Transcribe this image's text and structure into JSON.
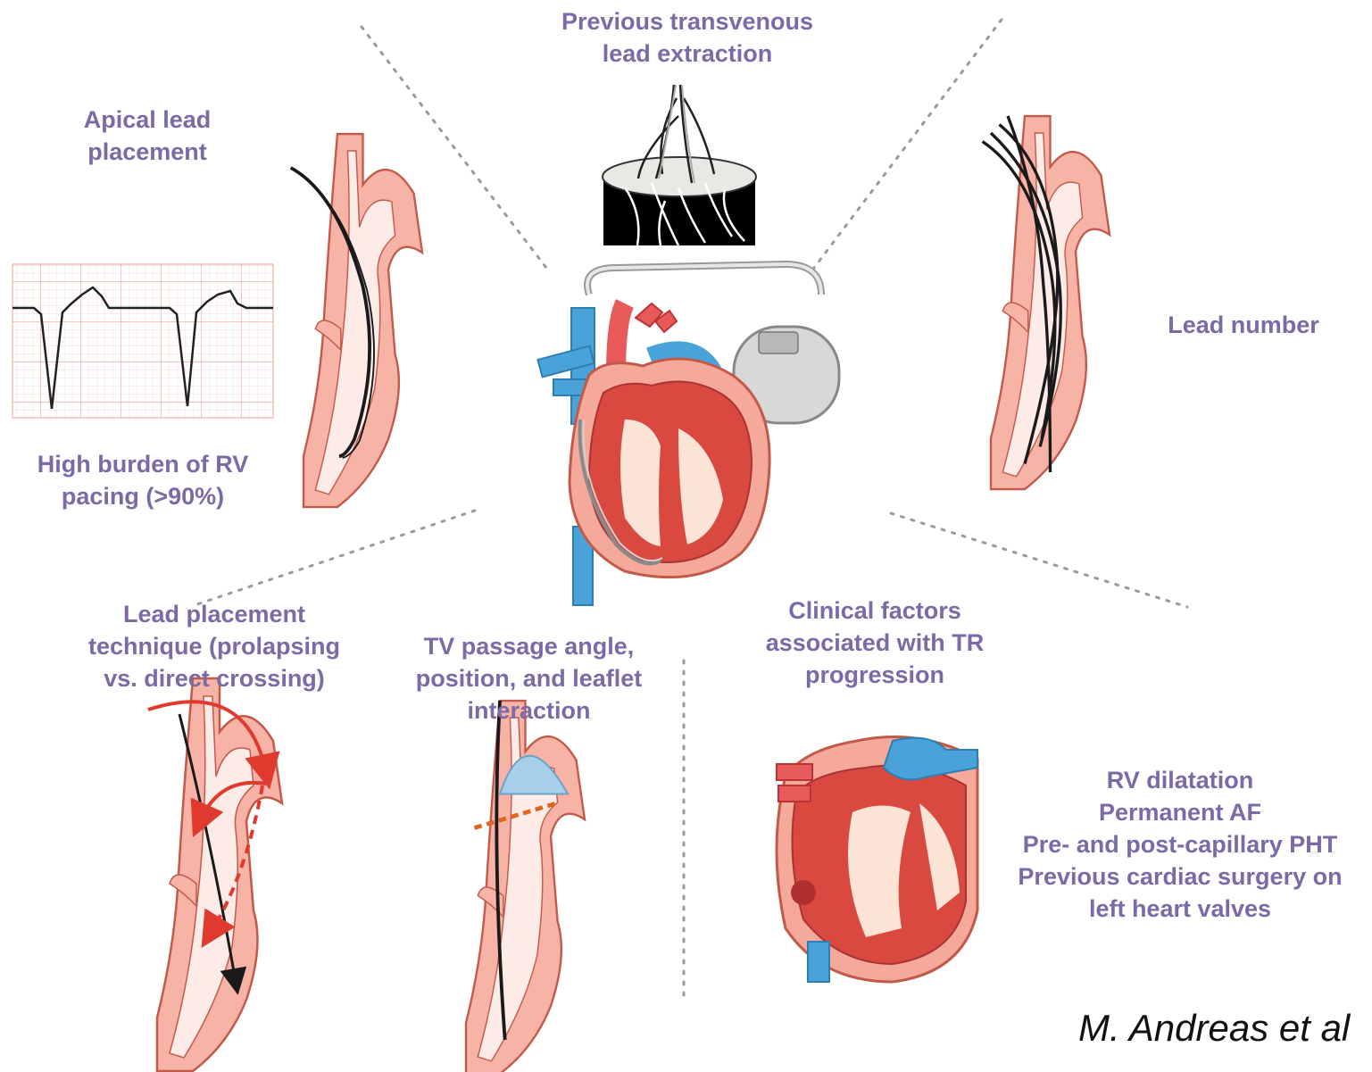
{
  "colors": {
    "label": "#7b6aa6",
    "heart_wall": "#f4a99b",
    "heart_chamber": "#fde6e1",
    "heart_outline": "#c25a4a",
    "vessel_blue": "#4aa3d8",
    "lead_black": "#1a1a1a",
    "arrow_red": "#e03a2e",
    "dashed_orange": "#e0651f",
    "ecg_grid": "#f1b8b0",
    "divider": "#9a9a9a"
  },
  "labels": {
    "extraction": [
      "Previous transvenous",
      "lead extraction"
    ],
    "apical": [
      "Apical lead",
      "placement"
    ],
    "burden": [
      "High burden of RV",
      "pacing (>90%)"
    ],
    "lead_number": [
      "Lead number"
    ],
    "technique": [
      "Lead placement",
      "technique (prolapsing",
      "vs. direct crossing)"
    ],
    "tv_passage": [
      "TV passage angle,",
      "position, and leaflet",
      "interaction"
    ],
    "clinical": [
      "Clinical factors",
      "associated with TR",
      "progression"
    ],
    "risk_factors": [
      "RV dilatation",
      "Permanent AF",
      "Pre- and post-capillary PHT",
      "Previous cardiac surgery on",
      "left heart valves"
    ]
  },
  "citation": "M. Andreas et al",
  "icons": {
    "central": "heart-with-pacemaker-icon",
    "extraction": "extracted-tissue-icon",
    "ecg": "ecg-strip-icon",
    "rv": "right-ventricle-icon"
  }
}
